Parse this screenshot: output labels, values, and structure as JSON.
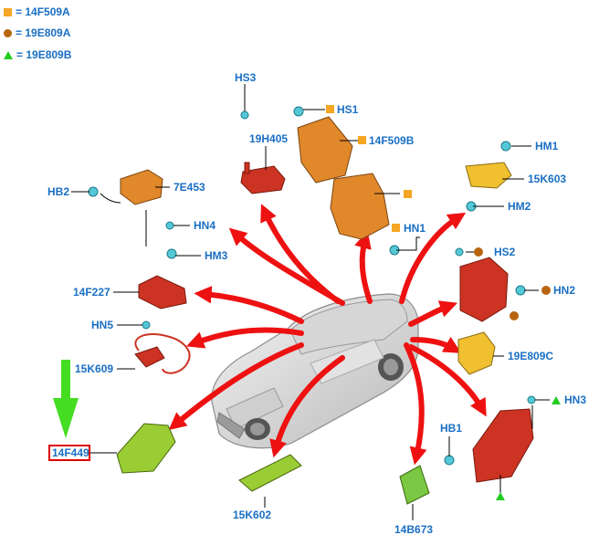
{
  "legend": [
    {
      "symbol": "square",
      "color": "#f5a623",
      "text": "= 14F509A"
    },
    {
      "symbol": "circle",
      "color": "#b8650f",
      "text": "= 19E809A"
    },
    {
      "symbol": "triangle",
      "color": "#22cc22",
      "text": "= 19E809B"
    }
  ],
  "labels": {
    "hs3": "HS3",
    "19h405": "19H405",
    "hs1": "HS1",
    "14f509b": "14F509B",
    "hm1": "HM1",
    "15k603": "15K603",
    "hm2": "HM2",
    "hb2": "HB2",
    "7e453": "7E453",
    "hn4": "HN4",
    "hm3": "HM3",
    "hn1": "HN1",
    "hs2": "HS2",
    "hn2": "HN2",
    "14f227": "14F227",
    "hn5": "HN5",
    "15k609": "15K609",
    "19e809c": "19E809C",
    "hn3": "HN3",
    "hb1": "HB1",
    "14f449": "14F449",
    "15k602": "15K602",
    "14b673": "14B673"
  },
  "highlighted_part": "14F449",
  "colors": {
    "label": "#1a6fc4",
    "arrow": "#ee1111",
    "highlight_arrow": "#44dd22",
    "highlight_box": "#dd0000",
    "module_orange": "#e0882a",
    "module_red": "#cc3322",
    "module_green": "#9acc33",
    "module_yellow": "#f0c030",
    "fastener": "#55c8d8"
  }
}
